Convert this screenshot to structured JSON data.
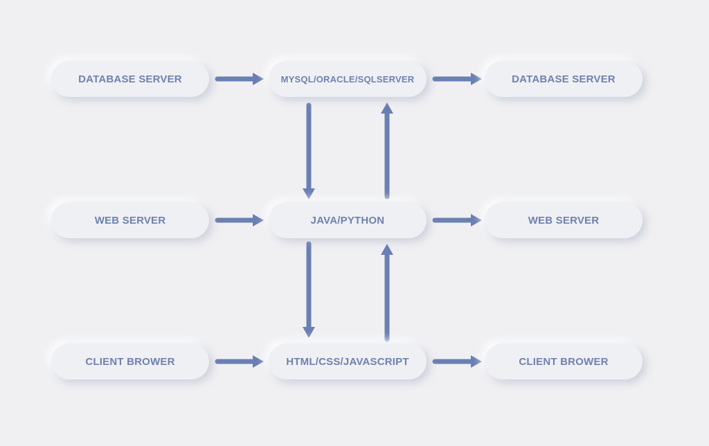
{
  "colors": {
    "background": "#f0f0f3",
    "node": "#eff0f4",
    "text": "#6e82ad",
    "arrow": "#6a7fb2"
  },
  "rows": [
    {
      "left": "DATABASE SERVER",
      "middle": "MYSQL/ORACLE/SQLSERVER",
      "right": "DATABASE SERVER"
    },
    {
      "left": "WEB SERVER",
      "middle": "JAVA/PYTHON",
      "right": "WEB SERVER"
    },
    {
      "left": "CLIENT BROWER",
      "middle": "HTML/CSS/JAVASCRIPT",
      "right": "CLIENT BROWER"
    }
  ]
}
